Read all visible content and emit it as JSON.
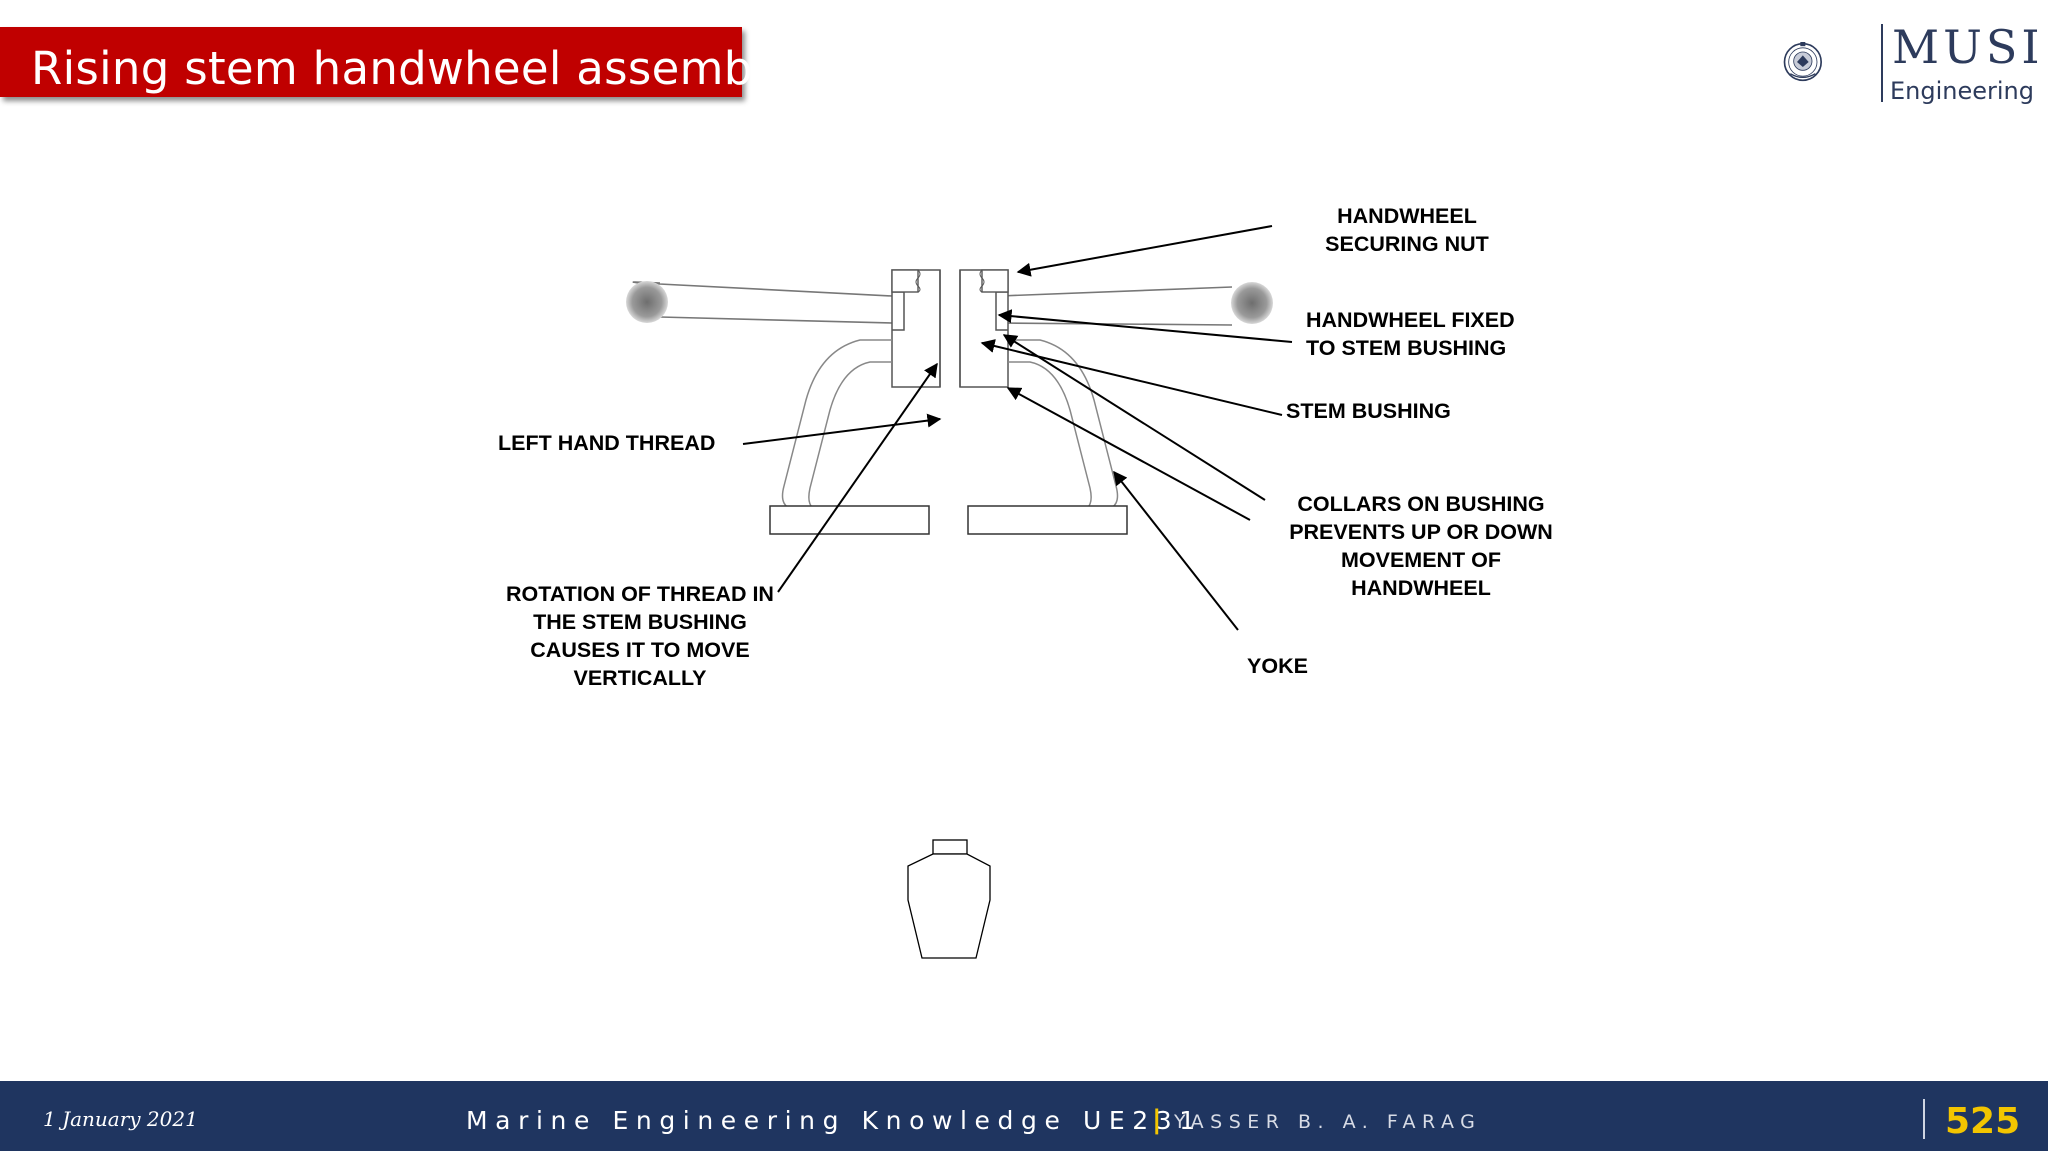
{
  "slide": {
    "title": "Rising stem handwheel assembly",
    "logo": {
      "name": "MUSI",
      "subtitle": "Engineering"
    }
  },
  "diagram": {
    "labels": {
      "securing_nut": "HANDWHEEL\nSECURING NUT",
      "fixed_to_bushing": "HANDWHEEL FIXED\nTO STEM BUSHING",
      "stem_bushing": "STEM BUSHING",
      "collars": "COLLARS ON BUSHING\nPREVENTS UP OR DOWN\nMOVEMENT OF\nHANDWHEEL",
      "yoke": "YOKE",
      "left_hand_thread": "LEFT HAND THREAD",
      "rotation": "ROTATION OF THREAD IN\nTHE STEM BUSHING\nCAUSES IT TO MOVE\nVERTICALLY"
    }
  },
  "footer": {
    "date": "1 January 2021",
    "course": "Marine Engineering Knowledge UE231",
    "separator": "|",
    "author": "YASSER B. A. FARAG",
    "page": "525"
  }
}
